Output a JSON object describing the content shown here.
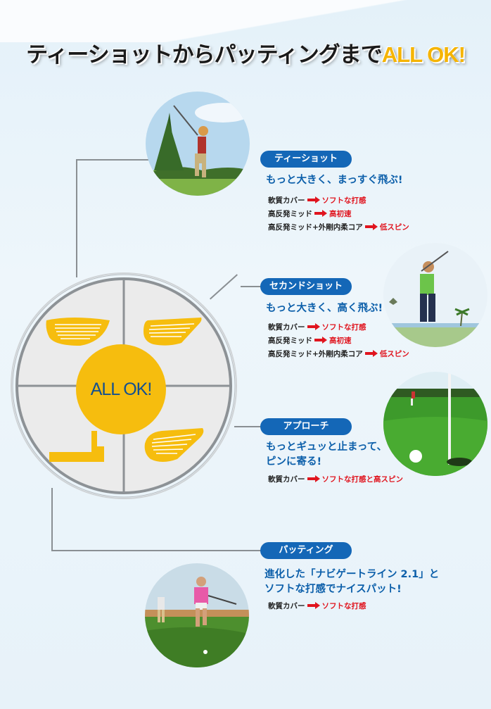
{
  "headline": {
    "main": "ティーショットからパッティングまで",
    "highlight": "ALL OK!"
  },
  "center_label": "ALL OK!",
  "colors": {
    "tag_blue": "#1467b7",
    "catch_blue": "#0c5faa",
    "accent_yellow": "#f6bd0e",
    "result_red": "#e0141e"
  },
  "sections": [
    {
      "tag": "ティーショット",
      "catch": [
        "もっと大きく、まっすぐ飛ぶ!"
      ],
      "specs": [
        {
          "item": "軟質カバー",
          "result": "ソフトな打感"
        },
        {
          "item": "高反発ミッド",
          "result": "高初速"
        },
        {
          "item": "高反発ミッド+外剛内柔コア",
          "result": "低スピン"
        }
      ]
    },
    {
      "tag": "セカンドショット",
      "catch": [
        "もっと大きく、高く飛ぶ!"
      ],
      "specs": [
        {
          "item": "軟質カバー",
          "result": "ソフトな打感"
        },
        {
          "item": "高反発ミッド",
          "result": "高初速"
        },
        {
          "item": "高反発ミッド+外剛内柔コア",
          "result": "低スピン"
        }
      ]
    },
    {
      "tag": "アプローチ",
      "catch": [
        "もっとギュッと止まって、",
        "ピンに寄る!"
      ],
      "specs": [
        {
          "item": "軟質カバー",
          "result": "ソフトな打感と高スピン"
        }
      ]
    },
    {
      "tag": "パッティング",
      "catch": [
        "進化した「ナビゲートライン 2.1」と",
        "ソフトな打感でナイスパット!"
      ],
      "specs": [
        {
          "item": "軟質カバー",
          "result": "ソフトな打感"
        }
      ]
    }
  ]
}
